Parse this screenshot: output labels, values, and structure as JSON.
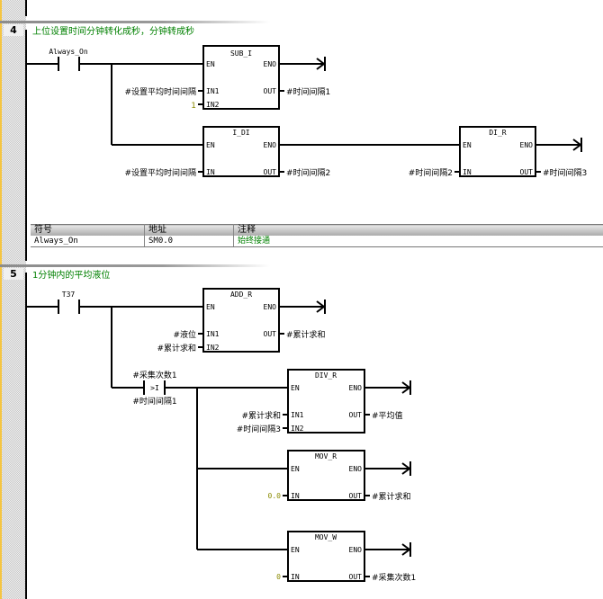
{
  "networks": [
    {
      "number": "4",
      "title": "上位设置时间分钟转化成秒，分钟转成秒",
      "contact": {
        "label": "Always_On"
      },
      "blocks": [
        {
          "name": "SUB_I",
          "en": "EN",
          "eno": "ENO",
          "inputs": [
            {
              "pin": "IN1",
              "value": "#设置平均时间间隔"
            },
            {
              "pin": "IN2",
              "value": "1"
            }
          ],
          "outputs": [
            {
              "pin": "OUT",
              "value": "#时间间隔1"
            }
          ]
        },
        {
          "name": "I_DI",
          "en": "EN",
          "eno": "ENO",
          "inputs": [
            {
              "pin": "IN",
              "value": "#设置平均时间间隔"
            }
          ],
          "outputs": [
            {
              "pin": "OUT",
              "value": "#时间间隔2"
            }
          ]
        },
        {
          "name": "DI_R",
          "en": "EN",
          "eno": "ENO",
          "inputs": [
            {
              "pin": "IN",
              "value": "#时间间隔2"
            }
          ],
          "outputs": [
            {
              "pin": "OUT",
              "value": "#时间间隔3"
            }
          ]
        }
      ],
      "symbol_table": {
        "headers": [
          "符号",
          "地址",
          "注释"
        ],
        "rows": [
          {
            "symbol": "Always_On",
            "address": "SM0.0",
            "comment": "始终接通"
          }
        ]
      }
    },
    {
      "number": "5",
      "title": "1分钟内的平均液位",
      "contact": {
        "label": "T37"
      },
      "compare": {
        "op": ">I",
        "top": "#采集次数1",
        "bottom": "#时间间隔1"
      },
      "blocks": [
        {
          "name": "ADD_R",
          "en": "EN",
          "eno": "ENO",
          "inputs": [
            {
              "pin": "IN1",
              "value": "#液位"
            },
            {
              "pin": "IN2",
              "value": "#累计求和"
            }
          ],
          "outputs": [
            {
              "pin": "OUT",
              "value": "#累计求和"
            }
          ]
        },
        {
          "name": "DIV_R",
          "en": "EN",
          "eno": "ENO",
          "inputs": [
            {
              "pin": "IN1",
              "value": "#累计求和"
            },
            {
              "pin": "IN2",
              "value": "#时间间隔3"
            }
          ],
          "outputs": [
            {
              "pin": "OUT",
              "value": "#平均值"
            }
          ]
        },
        {
          "name": "MOV_R",
          "en": "EN",
          "eno": "ENO",
          "inputs": [
            {
              "pin": "IN",
              "value": "0.0"
            }
          ],
          "outputs": [
            {
              "pin": "OUT",
              "value": "#累计求和"
            }
          ]
        },
        {
          "name": "MOV_W",
          "en": "EN",
          "eno": "ENO",
          "inputs": [
            {
              "pin": "IN",
              "value": "0"
            }
          ],
          "outputs": [
            {
              "pin": "OUT",
              "value": "#采集次数1"
            }
          ]
        }
      ]
    }
  ]
}
